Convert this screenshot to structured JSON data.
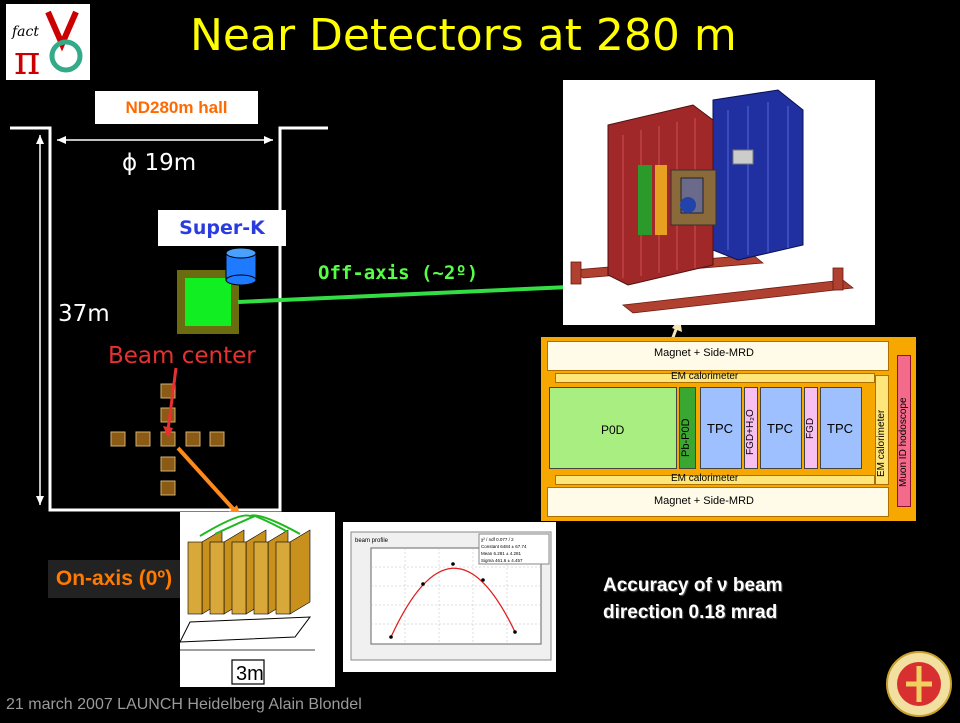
{
  "title": "Near Detectors at 280 m",
  "hall": {
    "label": "ND280m hall",
    "diameter_label": "ϕ 19m",
    "depth_label": "37m",
    "superk_label": "Super-K",
    "beam_center_label": "Beam center"
  },
  "offaxis_label": "Off-axis (~2º)",
  "onaxis_label": "On-axis (0º)",
  "accuracy": {
    "line1": "Accuracy of ν beam",
    "line2": "direction 0.18 mrad"
  },
  "footer": "21 march 2007 LAUNCH Heidelberg  Alain Blondel",
  "schematic": {
    "magnet_top": "Magnet + Side-MRD",
    "magnet_bottom": "Magnet + Side-MRD",
    "ecal_top": "EM calorimeter",
    "ecal_bottom": "EM calorimeter",
    "ecal_side": "EM calorimeter",
    "muon": "Muon ID hodoscope",
    "p0d": "P0D",
    "pb_p0d": "Pb-P0D",
    "tpc1": "TPC",
    "tpc2": "TPC",
    "tpc3": "TPC",
    "fgd_h2o": "FGD+H₂O",
    "fgd": "FGD"
  },
  "onaxis_module_label": "3m",
  "plot": {
    "title": "beam profile",
    "stats": [
      "χ² / ndf   0.077 / 2",
      "Constant  6484 ± 67.74",
      "Mean     6.281 ± 4.281",
      "Sigma    461.6 ± 4.457"
    ]
  },
  "colors": {
    "title": "#ffff00",
    "offaxis": "#55ff44",
    "onaxis": "#ff7a00",
    "beam_center": "#e83030",
    "superk": "#2a3be0"
  }
}
